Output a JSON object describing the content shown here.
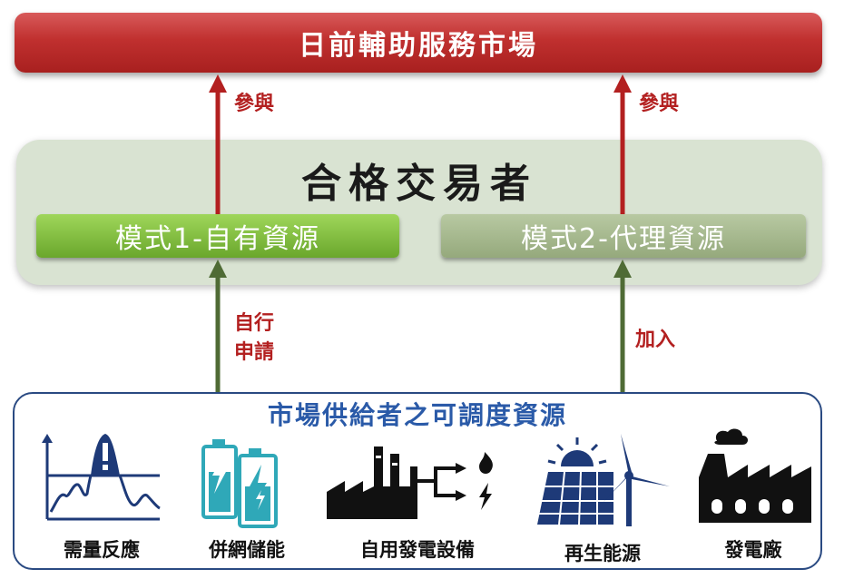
{
  "top_bar": {
    "label": "日前輔助服務市場"
  },
  "qualified": {
    "title": "合格交易者",
    "mode1": "模式1-自有資源",
    "mode2": "模式2-代理資源"
  },
  "arrows": {
    "participate_left": "參與",
    "participate_right": "參與",
    "self_apply_line1": "自行",
    "self_apply_line2": "申請",
    "join": "加入"
  },
  "suppliers": {
    "title": "市場供給者之可調度資源",
    "items": [
      {
        "label": "需量反應",
        "icon": "demand-response-icon"
      },
      {
        "label": "併網儲能",
        "icon": "battery-storage-icon"
      },
      {
        "label": "自用發電設備",
        "icon": "self-generation-icon"
      },
      {
        "label": "再生能源",
        "icon": "renewable-energy-icon"
      },
      {
        "label": "發電廠",
        "icon": "power-plant-icon"
      }
    ]
  },
  "colors": {
    "top_bar": "#c0302f",
    "panel": "#d9e3d2",
    "mode1": "#7bbf35",
    "mode2": "#a4b78c",
    "arrow_red": "#b32020",
    "arrow_green": "#4f6b35",
    "supplier_border": "#2a4a82",
    "supplier_title": "#2a5aa8",
    "battery_teal": "#2fa8b8"
  }
}
